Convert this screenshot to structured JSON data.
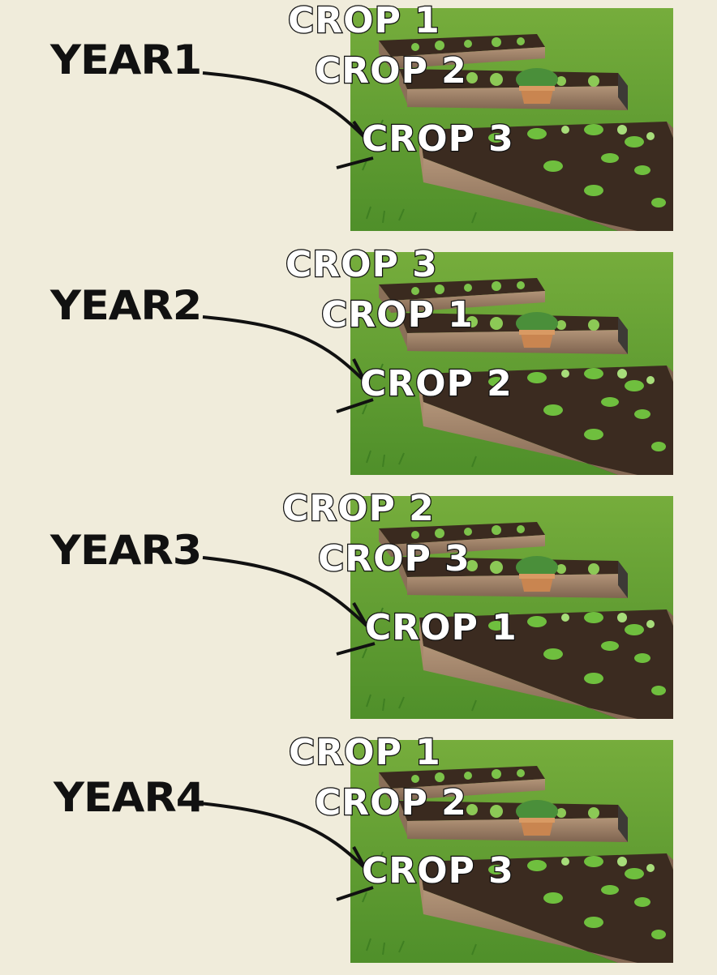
{
  "years": [
    {
      "label": "YEAR1",
      "crops": [
        "CROP 1",
        "CROP 2",
        "CROP 3"
      ]
    },
    {
      "label": "YEAR2",
      "crops": [
        "CROP 3",
        "CROP 1",
        "CROP 2"
      ]
    },
    {
      "label": "YEAR3",
      "crops": [
        "CROP 2",
        "CROP 3",
        "CROP 1"
      ]
    },
    {
      "label": "YEAR4",
      "crops": [
        "CROP 1",
        "CROP 2",
        "CROP 3"
      ]
    }
  ],
  "colors": {
    "background": "#f0ecdb",
    "grass": "#5f9e32",
    "soil": "#3a2a1f",
    "wood": "#9c7e62"
  }
}
